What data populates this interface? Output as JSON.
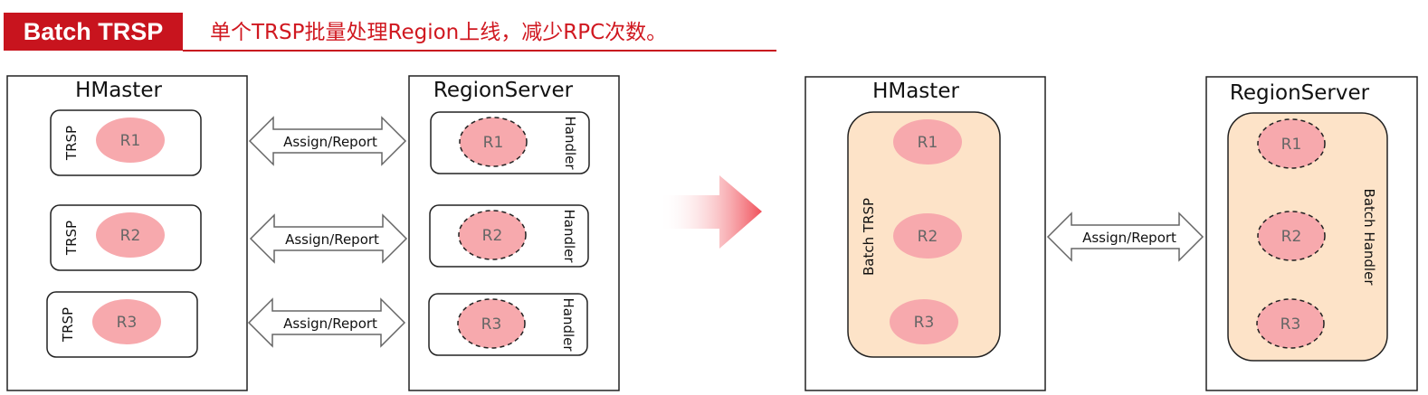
{
  "header": {
    "badge": "Batch TRSP",
    "description": "单个TRSP批量处理Region上线，减少RPC次数。"
  },
  "colors": {
    "accent_red": "#c8141e",
    "region_fill": "#f7a9ad",
    "batch_fill": "#fde3c8"
  },
  "left": {
    "master_title": "HMaster",
    "server_title": "RegionServer",
    "trsp_label": "TRSP",
    "handler_label": "Handler",
    "arrow_label": "Assign/Report",
    "regions": [
      "R1",
      "R2",
      "R3"
    ]
  },
  "right": {
    "master_title": "HMaster",
    "server_title": "RegionServer",
    "batch_trsp_label": "Batch TRSP",
    "batch_handler_label": "Batch Handler",
    "arrow_label": "Assign/Report",
    "regions": [
      "R1",
      "R2",
      "R3"
    ]
  },
  "transition_arrow_icon": "gradient-right-arrow-icon"
}
